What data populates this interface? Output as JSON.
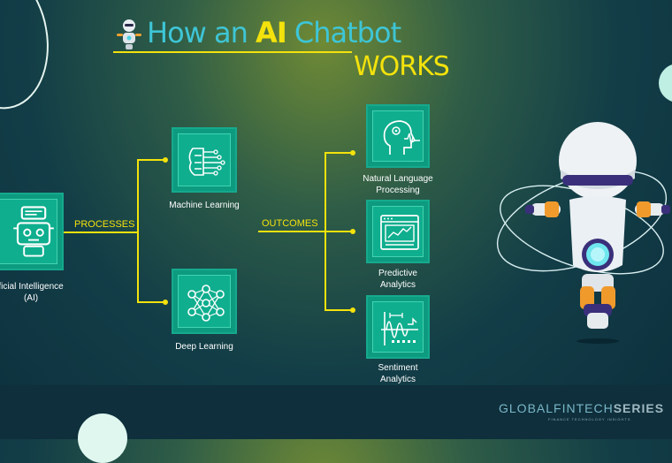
{
  "title": {
    "prefix": "How an ",
    "highlight": "AI",
    "suffix": " Chatbot",
    "line2": "WORKS"
  },
  "source": {
    "label": "Artificial Intelligence\n(AI)",
    "visible_line1": "ficial Intelligence",
    "visible_line2": "(AI)",
    "icon": "robot-monitor-icon"
  },
  "connectors": {
    "processes": "PROCESSES",
    "outcomes": "OUTCOMES"
  },
  "processes": [
    {
      "label": "Machine Learning",
      "icon": "circuit-brain-icon"
    },
    {
      "label": "Deep Learning",
      "icon": "neural-network-icon"
    }
  ],
  "outcomes": [
    {
      "line1": "Natural Language",
      "line2": "Processing",
      "icon": "head-waveform-icon"
    },
    {
      "line1": "Predictive",
      "line2": "Analytics",
      "icon": "analytics-dashboard-icon"
    },
    {
      "line1": "Sentiment",
      "line2": "Analytics",
      "icon": "sentiment-signal-icon"
    }
  ],
  "brand": {
    "part1": "GLOBALFINTECH",
    "part2": "SERIES",
    "tagline": "FINANCE TECHNOLOGY INSIGHTS"
  },
  "colors": {
    "accent_yellow": "#f3e20c",
    "teal_box": "#0fae8e",
    "title_teal": "#3ec5d6",
    "background_dark": "#0c2f3d"
  }
}
